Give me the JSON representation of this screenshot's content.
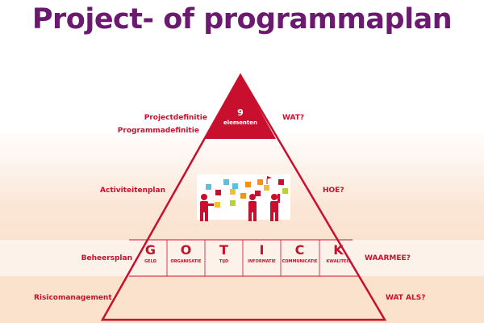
{
  "title": "Project- of programmaplan",
  "apex": {
    "number": "9",
    "label": "elementen"
  },
  "left_labels": {
    "projectdefinitie": "Projectdefinitie",
    "programmadefinitie": "Programmadefinitie",
    "activiteitenplan": "Activiteitenplan",
    "beheersplan": "Beheersplan",
    "risicomanagement": "Risicomanagement"
  },
  "right_labels": {
    "wat": "WAT?",
    "hoe": "HOE?",
    "waarmee": "WAARMEE?",
    "wat_als": "WAT ALS?"
  },
  "gotick": [
    {
      "letter": "G",
      "word": "GELD"
    },
    {
      "letter": "O",
      "word": "ORGANISATIE"
    },
    {
      "letter": "T",
      "word": "TIJD"
    },
    {
      "letter": "I",
      "word": "INFORMATIE"
    },
    {
      "letter": "C",
      "word": "COMMUNICATIE"
    },
    {
      "letter": "K",
      "word": "KWALITEIT"
    }
  ],
  "colors": {
    "red": "#c8102e",
    "purple": "#6b1a6f"
  }
}
